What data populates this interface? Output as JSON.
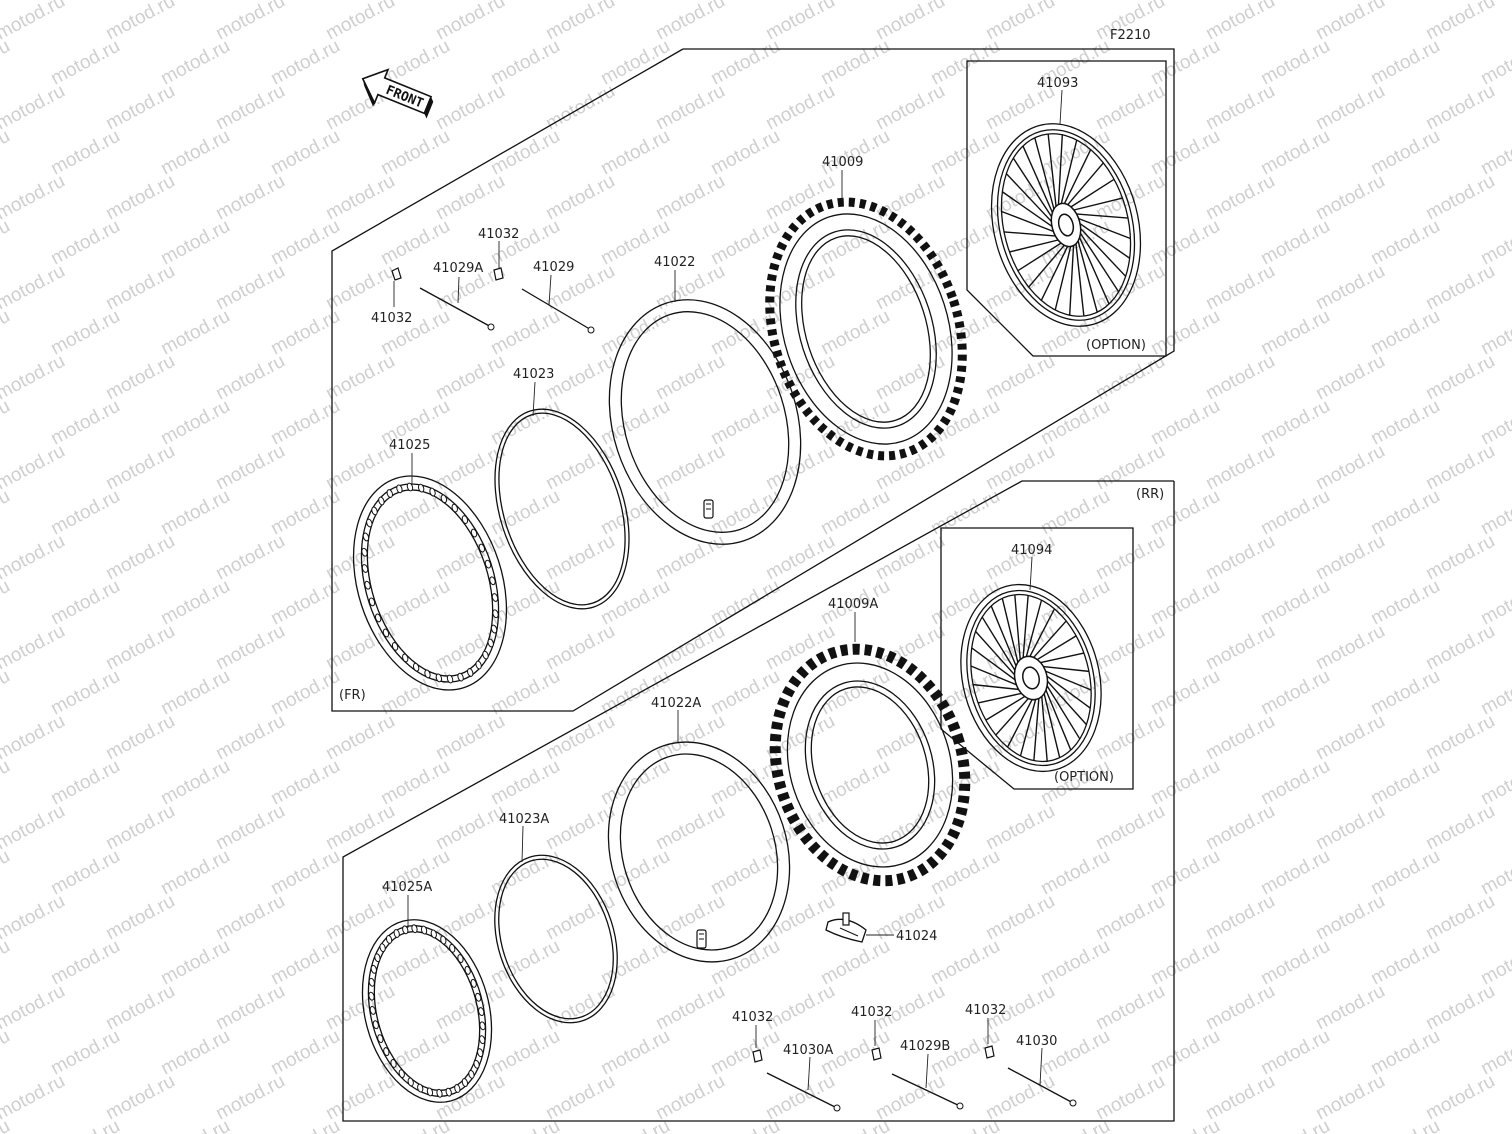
{
  "figure_code": "F2210",
  "front_arrow_text": "FRONT",
  "watermark_text": "motod.ru",
  "fr_label": "(FR)",
  "rr_label": "(RR)",
  "option_label_front": "(OPTION)",
  "option_label_rear": "(OPTION)",
  "front": {
    "wheel_assy": "41093",
    "tire": "41009",
    "tube": "41022",
    "rim_band": "41023",
    "rim": "41025",
    "spoke_a": "41029A",
    "spoke": "41029",
    "nipple_a": "41032",
    "nipple_b": "41032"
  },
  "rear": {
    "wheel_assy": "41094",
    "tire": "41009A",
    "tube": "41022A",
    "rim_band": "41023A",
    "rim": "41025A",
    "rim_lock": "41024",
    "nipple_1": "41032",
    "nipple_2": "41032",
    "nipple_3": "41032",
    "spoke_1": "41030A",
    "spoke_2": "41029B",
    "spoke_3": "41030"
  }
}
